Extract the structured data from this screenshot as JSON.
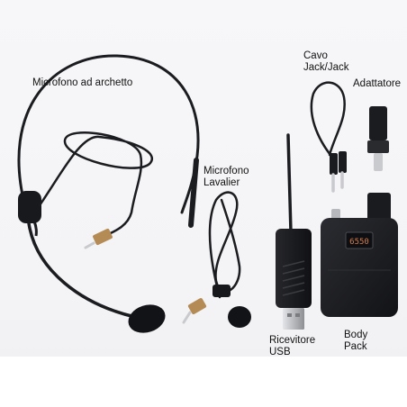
{
  "labels": {
    "headset": "Microfono ad archetto",
    "lavalier_line1": "Microfono",
    "lavalier_line2": "Lavalier",
    "cable_line1": "Cavo",
    "cable_line2": "Jack/Jack",
    "adapter": "Adattatore",
    "receiver_line1": "Ricevitore",
    "receiver_line2": "USB",
    "bodypack_line1": "Body",
    "bodypack_line2": "Pack"
  },
  "bodypack_display": "6550",
  "colors": {
    "product_black": "#1b1c20",
    "plug_gold": "#b48a55",
    "metal_silver": "#c9cacd",
    "background": "#f5f5f7"
  }
}
